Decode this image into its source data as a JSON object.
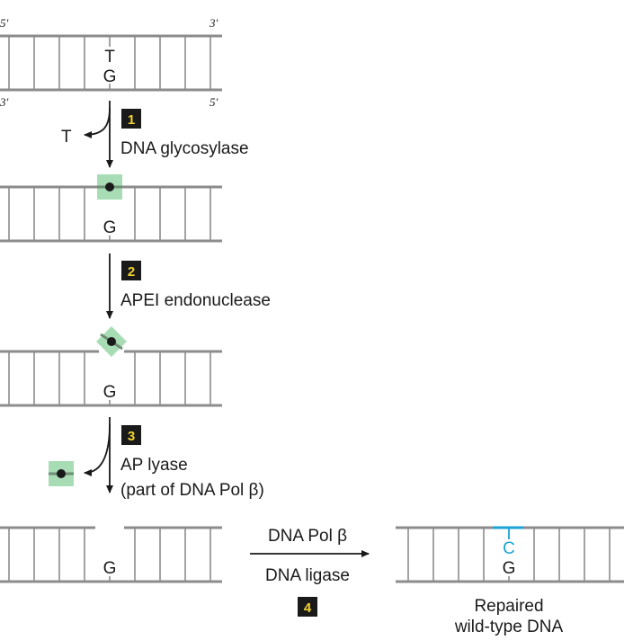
{
  "strand_ends": {
    "top_left": "5′",
    "top_right": "3′",
    "bottom_left": "3′",
    "bottom_right": "5′"
  },
  "bases": {
    "mismatch_top": "T",
    "template": "G",
    "repaired_top": "C"
  },
  "steps": [
    {
      "number": "1",
      "label": "DNA glycosylase",
      "released": "T"
    },
    {
      "number": "2",
      "label": "APEI endonuclease"
    },
    {
      "number": "3",
      "label": "AP lyase",
      "sublabel": "(part of DNA Pol β)"
    },
    {
      "number": "4",
      "label_top": "DNA Pol β",
      "label_bottom": "DNA ligase"
    }
  ],
  "result_label_line1": "Repaired",
  "result_label_line2": "wild-type DNA",
  "colors": {
    "strand": "#8c8c8c",
    "abasic_highlight": "#a8dcb4",
    "step_box": "#1a1a1a",
    "step_number": "#f2d22e",
    "repaired_base": "#1aa3d4"
  }
}
